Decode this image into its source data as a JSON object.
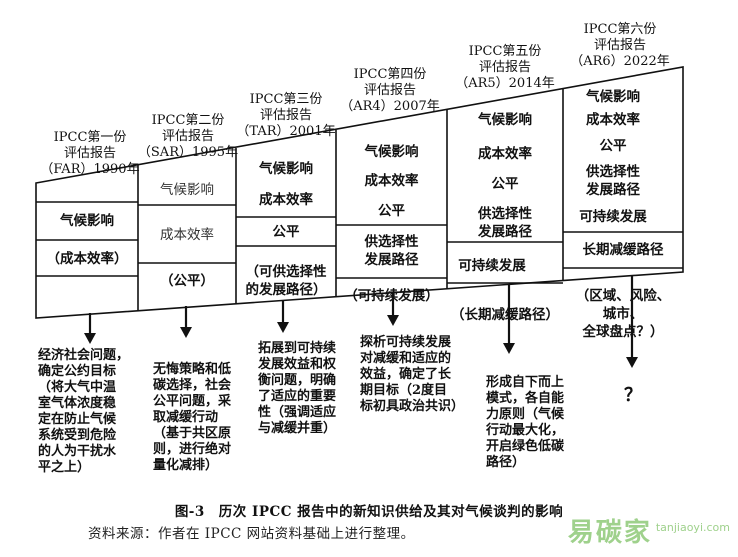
{
  "reports": [
    {
      "title": "IPCC第一份",
      "sub": "评估报告",
      "code_year": "（FAR）1990年"
    },
    {
      "title": "IPCC第二份",
      "sub": "评估报告",
      "code_year": "（SAR）1995年"
    },
    {
      "title": "IPCC第三份",
      "sub": "评估报告",
      "code_year": "（TAR）2001年"
    },
    {
      "title": "IPCC第四份",
      "sub": "评估报告",
      "code_year": "（AR4）2007年"
    },
    {
      "title": "IPCC第五份",
      "sub": "评估报告",
      "code_year": "（AR5）2014年"
    },
    {
      "title": "IPCC第六份",
      "sub": "评估报告",
      "code_year": "（AR6）2022年"
    }
  ],
  "cells": {
    "far_1": "气候影响",
    "far_2": "（成本效率）",
    "sar_1": "气候影响",
    "sar_2": "成本效率",
    "sar_3": "（公平）",
    "tar_1": "气候影响",
    "tar_2": "成本效率",
    "tar_3": "公平",
    "tar_4a": "（可供选择性",
    "tar_4b": "的发展路径）",
    "ar4_1": "气候影响",
    "ar4_2": "成本效率",
    "ar4_3": "公平",
    "ar4_4a": "供选择性",
    "ar4_4b": "发展路径",
    "ar4_5": "（可持续发展）",
    "ar5_1": "气候影响",
    "ar5_2": "成本效率",
    "ar5_3": "公平",
    "ar5_4a": "供选择性",
    "ar5_4b": "发展路径",
    "ar5_5": "可持续发展",
    "ar5_6": "（长期减缓路径）",
    "ar6_1": "气候影响",
    "ar6_2": "成本效率",
    "ar6_3": "公平",
    "ar6_4a": "供选择性",
    "ar6_4b": "发展路径",
    "ar6_5": "可持续发展",
    "ar6_6": "长期减缓路径",
    "ar6_7a": "（区域、风险、",
    "ar6_7b": "城市、",
    "ar6_7c": "全球盘点？）"
  },
  "impacts": [
    [
      "经济社会问题，",
      "确定公约目标",
      "（将大气中温",
      "室气体浓度稳",
      "定在防止气候",
      "系统受到危险",
      "的人为干扰水",
      "平之上）"
    ],
    [
      "无悔策略和低",
      "碳选择，社会",
      "公平问题，采",
      "取减缓行动",
      "（基于共区原",
      "则，进行绝对",
      "量化减排）"
    ],
    [
      "拓展到可持续",
      "发展效益和权",
      "衡问题，明确",
      "了适应的重要",
      "性（强调适应",
      "与减缓并重）"
    ],
    [
      "探析可持续发展",
      "对减缓和适应的",
      "效益，确定了长",
      "期目标（2度目",
      "标初具政治共识）"
    ],
    [
      "形成自下而上",
      "模式，各自能",
      "力原则（气候",
      "行动最大化，",
      "开启绿色低碳",
      "路径）"
    ],
    [
      "？"
    ]
  ],
  "caption": "图-3　历次 IPCC 报告中的新知识供给及其对气候谈判的影响",
  "source": "资料来源：作者在 IPCC 网站资料基础上进行整理。",
  "watermark": {
    "text": "易碳家",
    "url": "tanjiaoyi.com"
  }
}
